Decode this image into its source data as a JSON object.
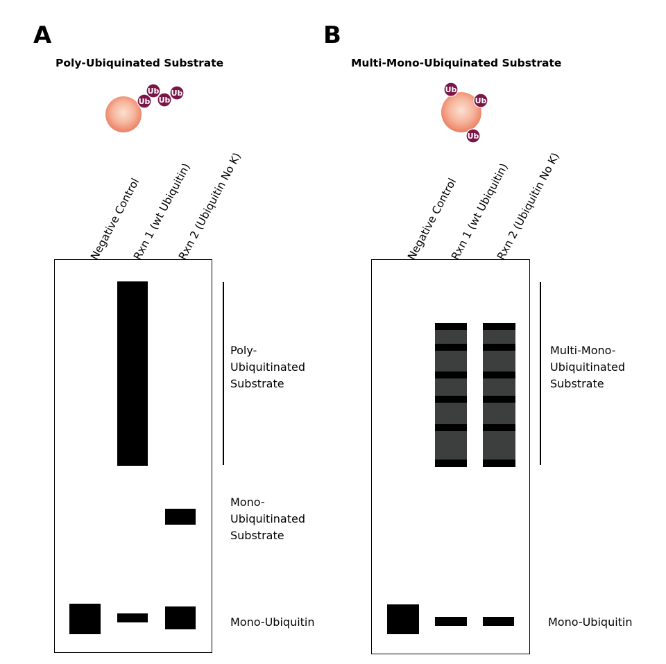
{
  "panels": [
    {
      "letter": "A",
      "title": "Poly-Ubiquinated Substrate",
      "ub_label": "Ub",
      "lanes": [
        "Negative Control",
        "Rxn 1 (wt Ubiquitin)",
        "Rxn 2 (Ubiquitin No K)"
      ],
      "labels": {
        "poly": "Poly-\nUbiquitinated\nSubstrate",
        "mono_substrate": "Mono-\nUbiquitinated\nSubstrate",
        "mono_ubiquitin": "Mono-Ubiquitin"
      }
    },
    {
      "letter": "B",
      "title": "Multi-Mono-Ubiquinated Substrate",
      "ub_label": "Ub",
      "lanes": [
        "Negative Control",
        "Rxn 1 (wt Ubiquitin)",
        "Rxn 2 (Ubiquitin No K)"
      ],
      "labels": {
        "multi": "Multi-Mono-\nUbiquitinated\nSubstrate",
        "mono_ubiquitin": "Mono-Ubiquitin"
      }
    }
  ],
  "colors": {
    "substrate_center": "#fbe0d0",
    "substrate_edge": "#ea7f62",
    "ubiquitin": "#7a1548",
    "band": "#000000",
    "smear": "#3d3f3e"
  }
}
